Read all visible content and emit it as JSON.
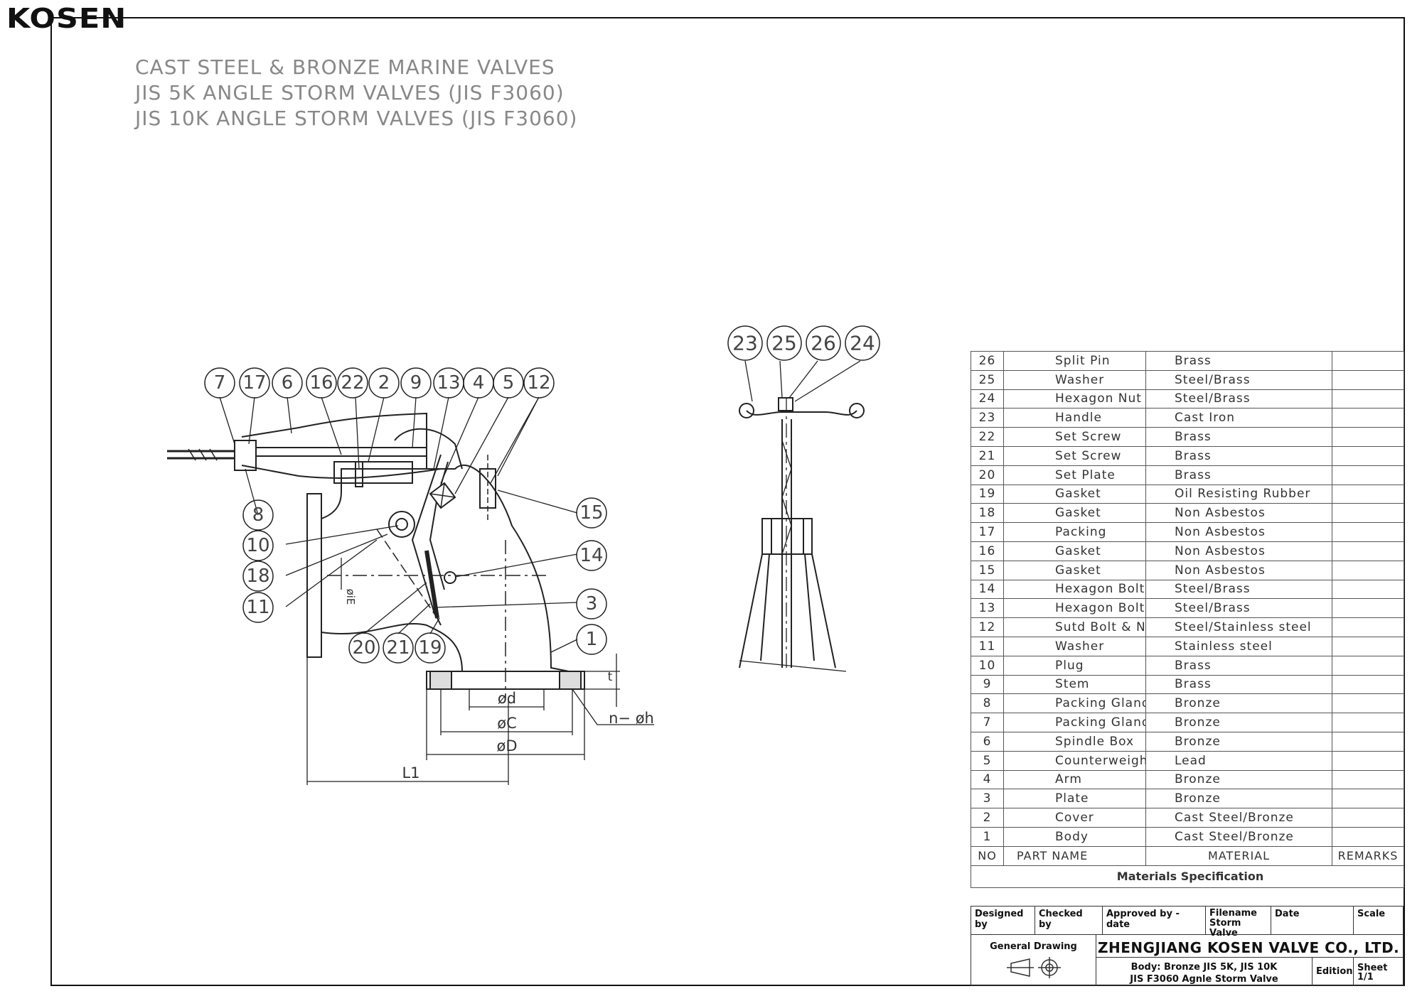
{
  "logo": "KOSEN",
  "titles": [
    "CAST STEEL & BRONZE MARINE VALVES",
    "JIS 5K ANGLE STORM VALVES (JIS F3060)",
    "JIS 10K ANGLE STORM VALVES (JIS F3060)"
  ],
  "section_labels_top": [
    "7",
    "17",
    "6",
    "16",
    "22",
    "2",
    "9",
    "13",
    "4",
    "5",
    "12"
  ],
  "section_labels_left": [
    "8",
    "10",
    "18",
    "11"
  ],
  "section_labels_bottom": [
    "20",
    "21",
    "19"
  ],
  "section_labels_right": [
    "15",
    "14",
    "3",
    "1"
  ],
  "side_labels": [
    "23",
    "25",
    "26",
    "24"
  ],
  "dimensions": {
    "d": "ød",
    "C": "øC",
    "D": "øD",
    "L1": "L1",
    "t": "t",
    "nh": "n− øh",
    "dia_e": "øiE"
  },
  "parts_table": {
    "header": {
      "no": "NO",
      "name": "PART  NAME",
      "material": "MATERIAL",
      "remarks": "REMARKS"
    },
    "rows": [
      {
        "no": "26",
        "name": "Split Pin",
        "material": "Brass"
      },
      {
        "no": "25",
        "name": "Washer",
        "material": "Steel/Brass"
      },
      {
        "no": "24",
        "name": "Hexagon Nut",
        "material": "Steel/Brass"
      },
      {
        "no": "23",
        "name": "Handle",
        "material": "Cast Iron"
      },
      {
        "no": "22",
        "name": "Set Screw",
        "material": "Brass"
      },
      {
        "no": "21",
        "name": "Set Screw",
        "material": "Brass"
      },
      {
        "no": "20",
        "name": "Set Plate",
        "material": "Brass"
      },
      {
        "no": "19",
        "name": "Gasket",
        "material": "Oil Resisting Rubber"
      },
      {
        "no": "18",
        "name": "Gasket",
        "material": "Non Asbestos"
      },
      {
        "no": "17",
        "name": "Packing",
        "material": "Non Asbestos"
      },
      {
        "no": "16",
        "name": "Gasket",
        "material": "Non Asbestos"
      },
      {
        "no": "15",
        "name": "Gasket",
        "material": "Non Asbestos"
      },
      {
        "no": "14",
        "name": "Hexagon Bolt & Nut",
        "material": "Steel/Brass"
      },
      {
        "no": "13",
        "name": "Hexagon Bolt & Nut",
        "material": "Steel/Brass"
      },
      {
        "no": "12",
        "name": "Sutd Bolt & Nut",
        "material": "Steel/Stainless steel"
      },
      {
        "no": "11",
        "name": "Washer",
        "material": "Stainless steel"
      },
      {
        "no": "10",
        "name": "Plug",
        "material": "Brass"
      },
      {
        "no": "9",
        "name": "Stem",
        "material": "Brass"
      },
      {
        "no": "8",
        "name": "Packing Gland",
        "material": "Bronze"
      },
      {
        "no": "7",
        "name": "Packing Gland Nut",
        "material": "Bronze"
      },
      {
        "no": "6",
        "name": "Spindle Box",
        "material": "Bronze"
      },
      {
        "no": "5",
        "name": "Counterweight",
        "material": "Lead"
      },
      {
        "no": "4",
        "name": "Arm",
        "material": "Bronze"
      },
      {
        "no": "3",
        "name": "Plate",
        "material": "Bronze"
      },
      {
        "no": "2",
        "name": "Cover",
        "material": "Cast Steel/Bronze"
      },
      {
        "no": "1",
        "name": "Body",
        "material": "Cast Steel/Bronze"
      }
    ],
    "caption": "Materials Specification"
  },
  "title_block": {
    "designed_by": "Designed by",
    "checked_by": "Checked by",
    "approved_by": "Approved by - date",
    "filename_label": "Filename",
    "filename": "Storm Valve",
    "date": "Date",
    "scale": "Scale",
    "general_drawing": "General Drawing",
    "company": "ZHENGJIANG KOSEN VALVE CO., LTD.",
    "body_line1": "Body: Bronze  JIS 5K, JIS 10K",
    "body_line2": "JIS F3060 Agnle Storm Valve",
    "edition": "Edition",
    "sheet_label": "Sheet",
    "sheet": "1/1"
  }
}
